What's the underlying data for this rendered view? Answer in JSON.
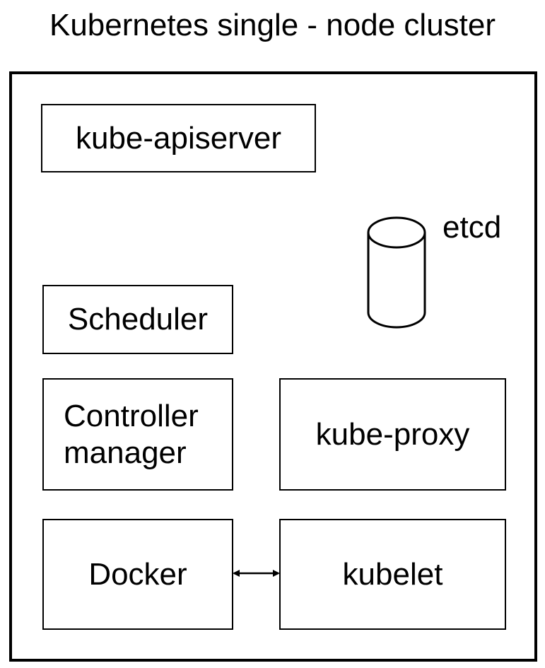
{
  "title": "Kubernetes single - node cluster",
  "components": {
    "apiserver": "kube-apiserver",
    "etcd": "etcd",
    "scheduler": "Scheduler",
    "controller_manager": "Controller\nmanager",
    "kube_proxy": "kube-proxy",
    "docker": "Docker",
    "kubelet": "kubelet"
  },
  "icons": {
    "etcd": "database-cylinder-icon",
    "docker_kubelet_link": "double-headed-arrow-icon"
  }
}
